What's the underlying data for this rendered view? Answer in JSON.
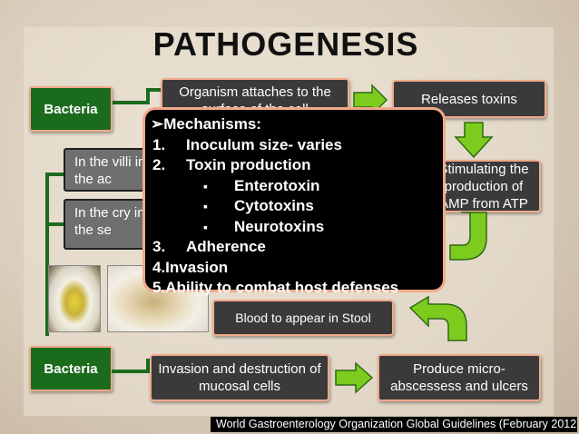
{
  "title": "PATHOGENESIS",
  "top_flow": {
    "bacteria_label": "Bacteria",
    "attach_text": "Organism attaches to the surface of the cell",
    "release_text": "Releases toxins",
    "stimulating_text": "Stimulating the production of AMP from ATP"
  },
  "left_boxes": {
    "villi_text": "In the villi in the ac",
    "crypts_text": "In the cry in the se"
  },
  "mechanisms": {
    "heading": "Mechanisms:",
    "items": [
      {
        "marker": "1.",
        "text": "Inoculum size- varies"
      },
      {
        "marker": "2.",
        "text": "Toxin production"
      },
      {
        "marker": "▪",
        "text": "Enterotoxin"
      },
      {
        "marker": "▪",
        "text": "Cytotoxins"
      },
      {
        "marker": "▪",
        "text": "Neurotoxins"
      },
      {
        "marker": "3.",
        "text": "Adherence"
      },
      {
        "marker": "",
        "text": "4.Invasion"
      },
      {
        "marker": "",
        "text": "5.Ability to combat host defenses"
      }
    ]
  },
  "blood_text": "Blood to appear in Stool",
  "bottom_flow": {
    "bacteria_label": "Bacteria",
    "invasion_text": "Invasion and destruction of mucosal cells",
    "abscess_text": "Produce micro-abscessess and ulcers"
  },
  "footer": "World Gastroenterology Organization Global Guidelines (February 2012)",
  "colors": {
    "green": "#1b6b1d",
    "arrow_green": "#7ecb20",
    "box_border": "#f0a98a",
    "dark_box": "#3a3a3a"
  },
  "icons": [
    "right-arrow-icon",
    "down-arrow-icon",
    "u-turn-arrow-icon",
    "up-left-arrow-icon"
  ]
}
